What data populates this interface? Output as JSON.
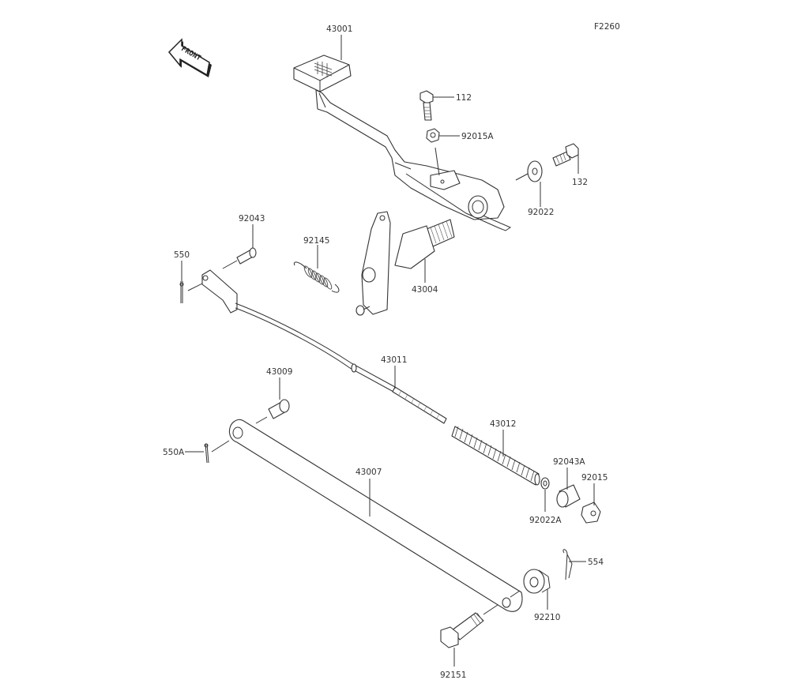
{
  "figure_code": "F2260",
  "front_marker": "FRONT",
  "parts": {
    "p43001": "43001",
    "p112": "112",
    "p92015A": "92015A",
    "p132": "132",
    "p92022": "92022",
    "p92043": "92043",
    "p550": "550",
    "p92145": "92145",
    "p43004": "43004",
    "p43011": "43011",
    "p43009": "43009",
    "p43012": "43012",
    "p550A": "550A",
    "p43007": "43007",
    "p92043A": "92043A",
    "p92015": "92015",
    "p92022A": "92022A",
    "p554": "554",
    "p92210": "92210",
    "p92151": "92151"
  }
}
